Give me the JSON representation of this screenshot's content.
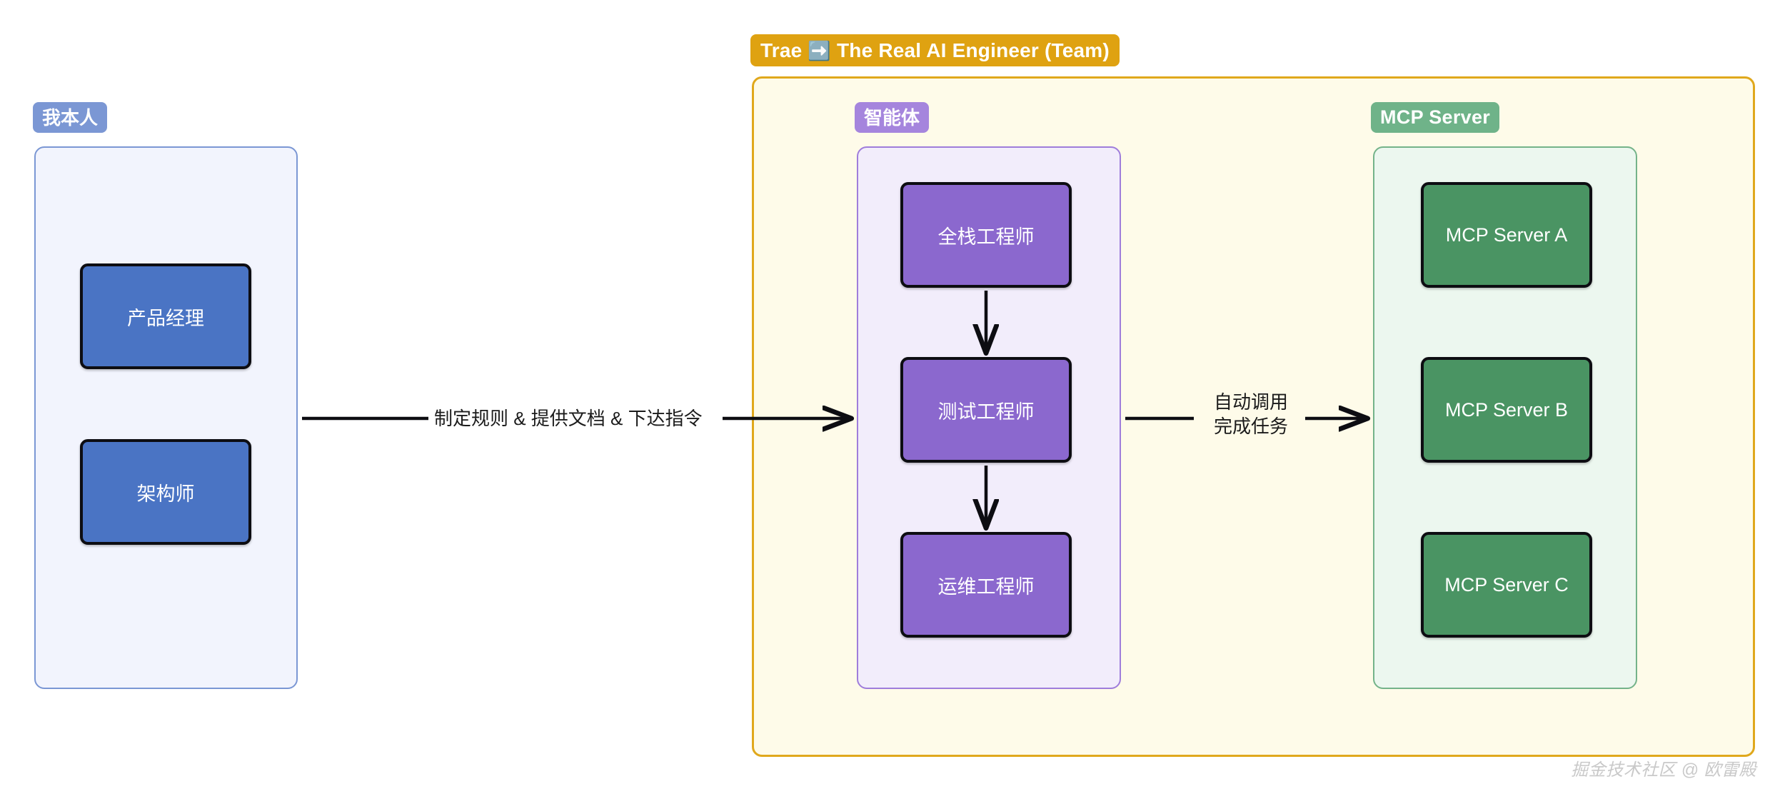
{
  "diagram": {
    "title_badge": {
      "prefix": "Trae",
      "arrow_icon": "➡️",
      "suffix": "The Real AI Engineer (Team)",
      "color": "#dfa211"
    },
    "groups": [
      {
        "key": "self",
        "badge": "我本人",
        "badge_color": "#7b97d4",
        "fill": "#f2f4fd",
        "border": "#7b97d4",
        "nodes": [
          {
            "label": "产品经理",
            "color": "#4a74c4"
          },
          {
            "label": "架构师",
            "color": "#4a74c4"
          }
        ]
      },
      {
        "key": "agent",
        "badge": "智能体",
        "badge_color": "#a585dd",
        "fill": "#f2edfb",
        "border": "#9f7ddb",
        "nodes": [
          {
            "label": "全栈工程师",
            "color": "#8b68ce"
          },
          {
            "label": "测试工程师",
            "color": "#8b68ce"
          },
          {
            "label": "运维工程师",
            "color": "#8b68ce"
          }
        ]
      },
      {
        "key": "mcp",
        "badge": "MCP Server",
        "badge_color": "#6fb389",
        "fill": "#ecf7ef",
        "border": "#74b389",
        "nodes": [
          {
            "label": "MCP Server A",
            "color": "#4a9463"
          },
          {
            "label": "MCP Server B",
            "color": "#4a9463"
          },
          {
            "label": "MCP Server C",
            "color": "#4a9463"
          }
        ]
      }
    ],
    "edges": [
      {
        "key": "self-to-agent",
        "label": "制定规则 & 提供文档 & 下达指令"
      },
      {
        "key": "agent-to-mcp",
        "label_line1": "自动调用",
        "label_line2": "完成任务"
      }
    ],
    "watermark": "掘金技术社区 @ 欧雷殿"
  }
}
